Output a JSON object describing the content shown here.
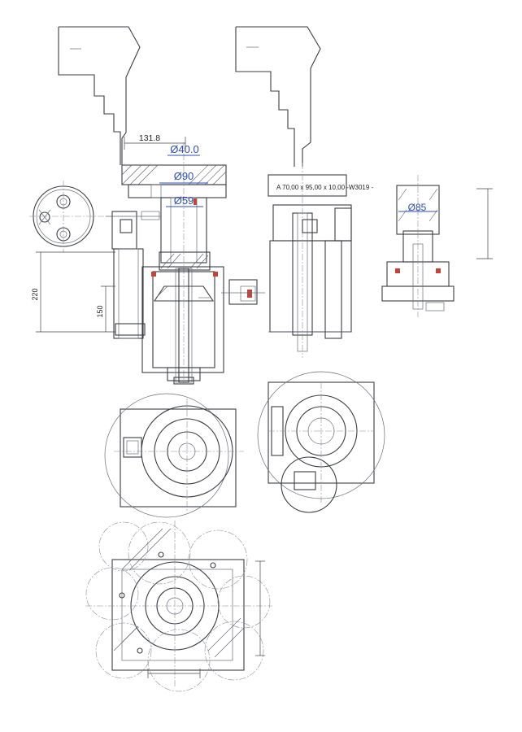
{
  "drawing": {
    "dimensions": {
      "d_131_8": "131.8",
      "d_40": "Ø40.0",
      "d_90": "Ø90",
      "d_59": "Ø59",
      "d_85": "Ø85",
      "d_220": "220",
      "d_150": "150"
    },
    "labels": {
      "part_note_large": "A 70,00 x 95,00 x 10,00 -W3019 -"
    }
  },
  "colors": {
    "dimension_blue": "#2d4fb5",
    "line_dark": "#3a3d44",
    "accent_red": "#c0463a"
  }
}
